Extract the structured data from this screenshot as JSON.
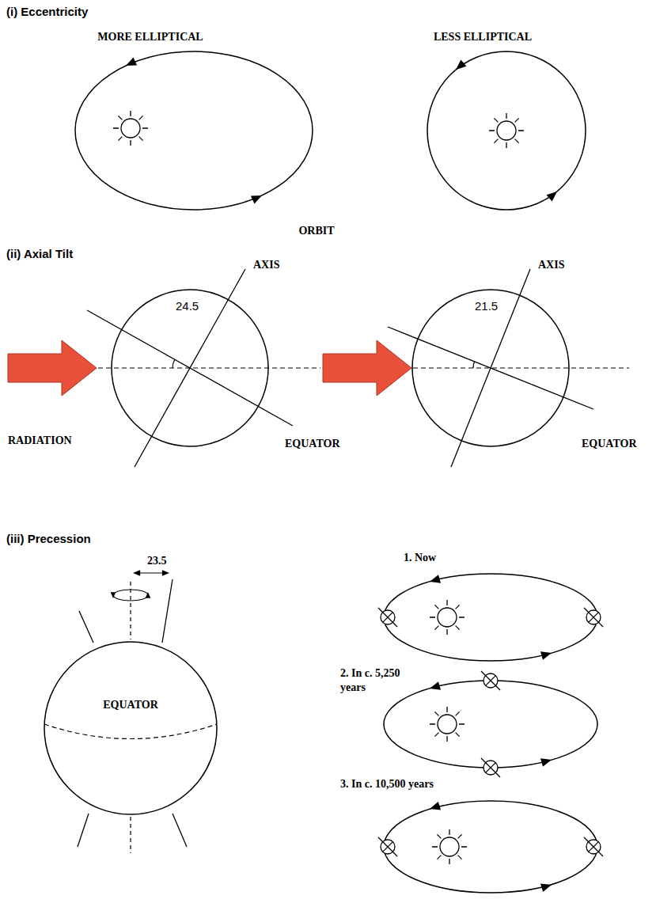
{
  "diagram": {
    "nodes": [
      {
        "text": [
          "24.5"
        ]
      },
      {
        "text": [
          "21.5"
        ]
      },
      {
        "text": [
          "EQUATOR"
        ]
      }
    ],
    "labels": [
      "(i) Eccentricity",
      "MORE ELLIPTICAL",
      "LESS ELLIPTICAL",
      "ORBIT",
      "(ii) Axial Tilt",
      "AXIS",
      "AXIS",
      "RADIATION",
      "EQUATOR",
      "EQUATOR",
      "(iii) Precession",
      "23.5",
      "1. Now",
      "2. In c. 5,250 years",
      "3. In c. 10,500 years"
    ]
  }
}
